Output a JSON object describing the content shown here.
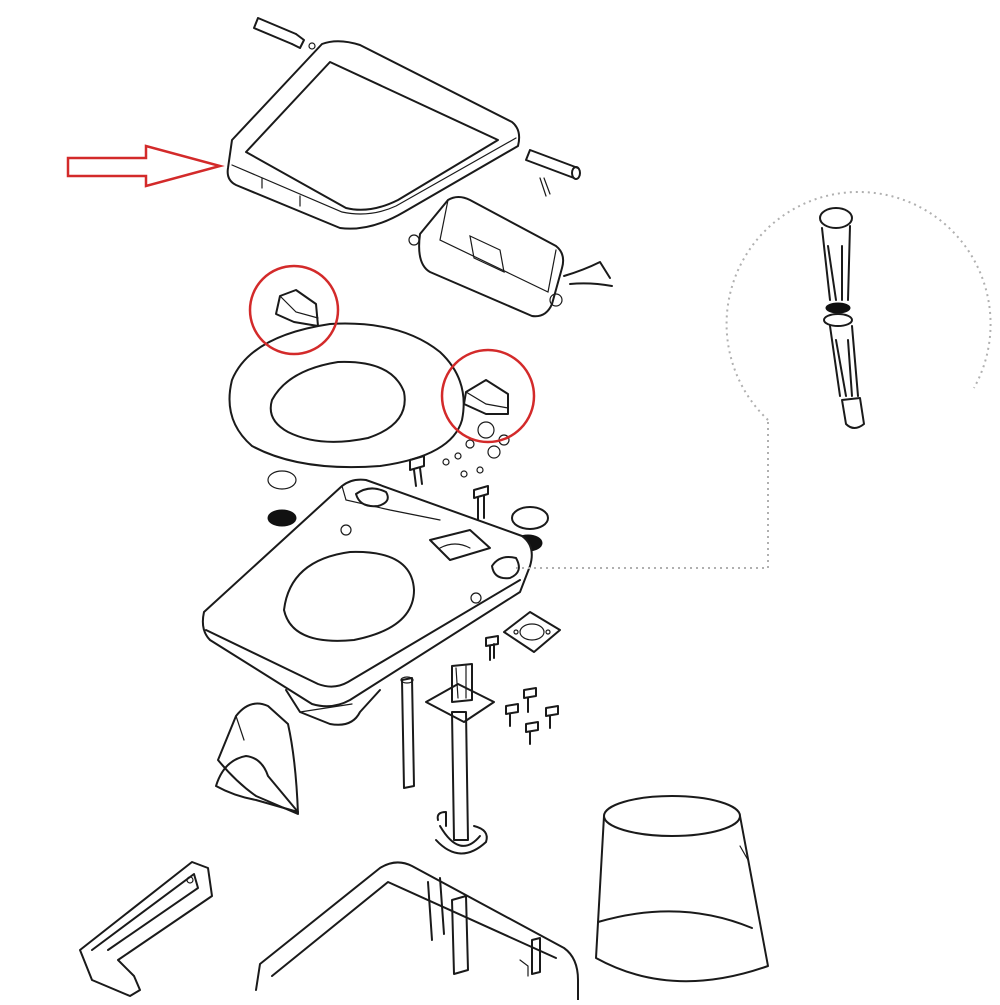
{
  "diagram": {
    "colors": {
      "line": "#1a1a1a",
      "highlight": "#d32a2a",
      "leader": "#b0b0b0",
      "background": "#ffffff"
    },
    "highlights": [
      {
        "shape": "arrow",
        "target": "lid"
      },
      {
        "shape": "circle",
        "target": "hinge-cover-left"
      },
      {
        "shape": "circle",
        "target": "hinge-cover-right"
      }
    ],
    "detail_callout": {
      "part": "level-indicator",
      "style": "dotted-circle"
    }
  }
}
